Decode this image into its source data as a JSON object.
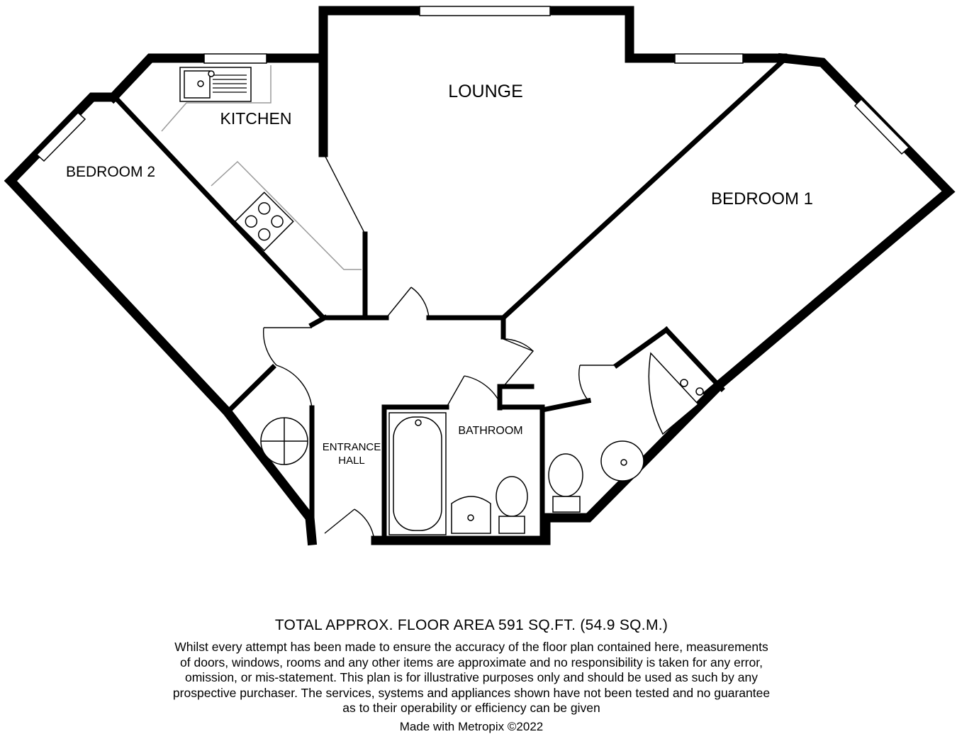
{
  "rooms": {
    "lounge": "LOUNGE",
    "kitchen": "KITCHEN",
    "bedroom2": "BEDROOM 2",
    "bedroom1": "BEDROOM 1",
    "entrance_hall_line1": "ENTRANCE",
    "entrance_hall_line2": "HALL",
    "bathroom": "BATHROOM"
  },
  "footer": {
    "area": "TOTAL APPROX. FLOOR AREA 591 SQ.FT. (54.9 SQ.M.)",
    "disclaimer_lines": [
      "Whilst every attempt has been made to ensure the accuracy of the floor plan contained here, measurements",
      "of doors, windows, rooms and any other items are approximate and no responsibility is taken for any error,",
      "omission, or mis-statement. This plan is for illustrative purposes only and should be used as such by any",
      "prospective purchaser. The services, systems and appliances shown have not been tested and no guarantee",
      "as to their operability or efficiency can be given"
    ],
    "made_with": "Made with Metropix ©2022"
  }
}
